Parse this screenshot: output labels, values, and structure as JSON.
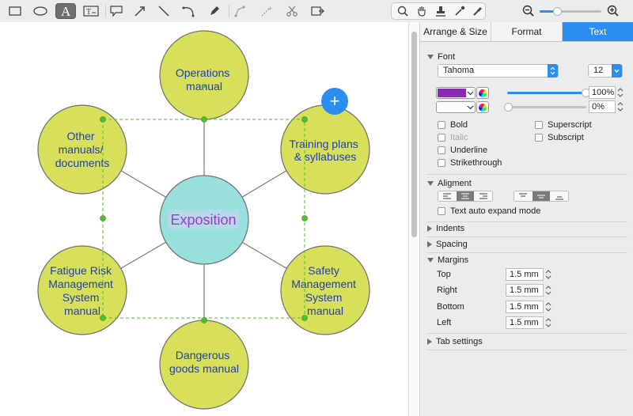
{
  "toolbar": {
    "tools": [
      "rectangle-tool",
      "ellipse-tool",
      "text-tool",
      "text-box-tool",
      "callout-tool",
      "arrow-tool",
      "line-tool",
      "arc-tool",
      "pen-tool",
      "connector-tool",
      "smart-connector-tool",
      "scissors-tool",
      "insert-tool"
    ],
    "view_tools": [
      "zoom-tool",
      "pan-tool",
      "stamp-tool",
      "eyedropper-tool",
      "format-painter-tool"
    ]
  },
  "diagram": {
    "center": "Exposition",
    "nodes": [
      {
        "lines": [
          "Operations",
          "manual"
        ]
      },
      {
        "lines": [
          "Training plans",
          "& syllabuses"
        ]
      },
      {
        "lines": [
          "Safety",
          "Management",
          "System",
          "manual"
        ]
      },
      {
        "lines": [
          "Dangerous",
          "goods manual"
        ]
      },
      {
        "lines": [
          "Fatigue Risk",
          "Management",
          "System",
          "manual"
        ]
      },
      {
        "lines": [
          "Other",
          "manuals/",
          "documents"
        ]
      }
    ],
    "add_button": "+",
    "colors": {
      "node_fill": "#d7df5b",
      "center_fill": "#98e0de",
      "text": "#2440a8",
      "center_text": "#9b3bc6",
      "selection": "#4ec12f"
    }
  },
  "panel": {
    "tabs": [
      "Arrange & Size",
      "Format",
      "Text"
    ],
    "active_tab": "Text",
    "font": {
      "heading": "Font",
      "family": "Tahoma",
      "size": "12",
      "text_color": "#8a2aaf",
      "opacity1": "100%",
      "opacity2": "0%",
      "opacity1_fraction": 1.0,
      "opacity2_fraction": 0.0,
      "checkboxes_left": [
        "Bold",
        "Italic",
        "Underline",
        "Strikethrough"
      ],
      "checkboxes_right": [
        "Superscript",
        "Subscript"
      ]
    },
    "alignment": {
      "heading": "Aligment",
      "auto_expand": "Text auto expand mode"
    },
    "indents": "Indents",
    "spacing": "Spacing",
    "margins": {
      "heading": "Margins",
      "fields": [
        {
          "label": "Top",
          "value": "1.5 mm"
        },
        {
          "label": "Right",
          "value": "1.5 mm"
        },
        {
          "label": "Bottom",
          "value": "1.5 mm"
        },
        {
          "label": "Left",
          "value": "1.5 mm"
        }
      ]
    },
    "tab_settings": "Tab settings"
  }
}
